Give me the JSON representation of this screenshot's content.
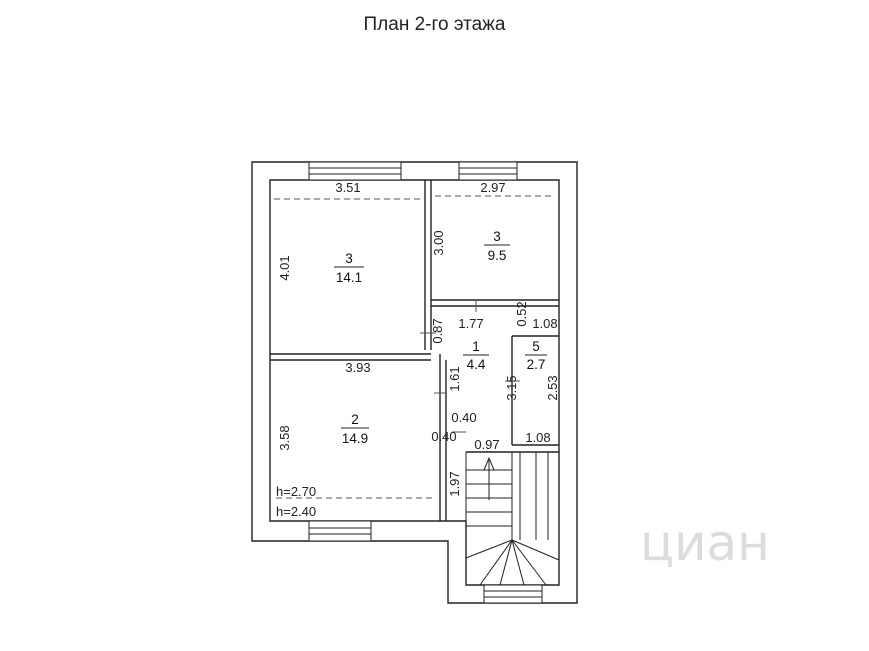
{
  "title": "План 2-го этажа",
  "rooms": [
    {
      "number": "3",
      "area": "14.1"
    },
    {
      "number": "3",
      "area": "9.5"
    },
    {
      "number": "1",
      "area": "4.4"
    },
    {
      "number": "5",
      "area": "2.7"
    },
    {
      "number": "2",
      "area": "14.9"
    }
  ],
  "dimensions": {
    "room3a_width": "3.51",
    "room3a_depth": "4.01",
    "room3b_width": "2.97",
    "room3b_depth": "3.00",
    "corridor_width": "1.77",
    "wall_0_52": "0.52",
    "room5_top": "1.08",
    "wall_0_87": "0.87",
    "room1_left": "1.61",
    "room1_depth": "3.15",
    "room5_depth": "2.53",
    "room2_width": "3.93",
    "room2_depth": "3.58",
    "wall_0_40_a": "0.40",
    "wall_0_40_b": "0.40",
    "stair_width": "0.97",
    "room5_bottom": "1.08",
    "stair_depth": "1.97"
  },
  "heights": {
    "h1": "h=2.70",
    "h2": "h=2.40"
  },
  "watermark": "циан",
  "colors": {
    "wall": "#222222",
    "dim_line": "#555555",
    "watermark": "#dcdcdc"
  }
}
